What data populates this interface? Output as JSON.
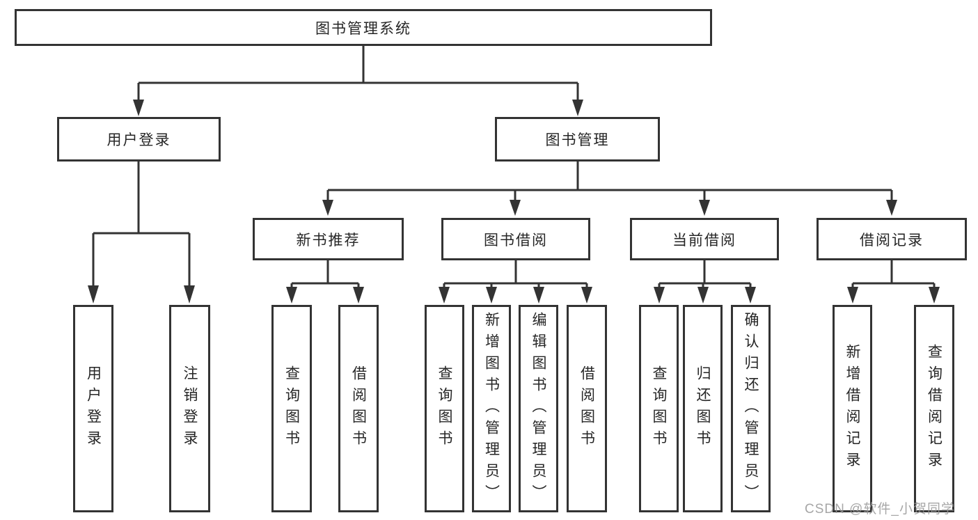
{
  "diagram": {
    "type": "tree",
    "root": {
      "label": "图书管理系统",
      "children": [
        {
          "label": "用户登录",
          "children": [
            {
              "label": "用户登录"
            },
            {
              "label": "注销登录"
            }
          ]
        },
        {
          "label": "图书管理",
          "children": [
            {
              "label": "新书推荐",
              "children": [
                {
                  "label": "查询图书"
                },
                {
                  "label": "借阅图书"
                }
              ]
            },
            {
              "label": "图书借阅",
              "children": [
                {
                  "label": "查询图书"
                },
                {
                  "label": "新增图书（管理员）"
                },
                {
                  "label": "编辑图书（管理员）"
                },
                {
                  "label": "借阅图书"
                }
              ]
            },
            {
              "label": "当前借阅",
              "children": [
                {
                  "label": "查询图书"
                },
                {
                  "label": "归还图书"
                },
                {
                  "label": "确认归还（管理员）"
                }
              ]
            },
            {
              "label": "借阅记录",
              "children": [
                {
                  "label": "新增借阅记录"
                },
                {
                  "label": "查询借阅记录"
                }
              ]
            }
          ]
        }
      ]
    }
  },
  "watermark": {
    "text": "CSDN @软件_小贺同学"
  },
  "colors": {
    "line": "#333333",
    "box_border": "#333333",
    "text": "#262626",
    "background": "#ffffff",
    "watermark": "#969696"
  }
}
